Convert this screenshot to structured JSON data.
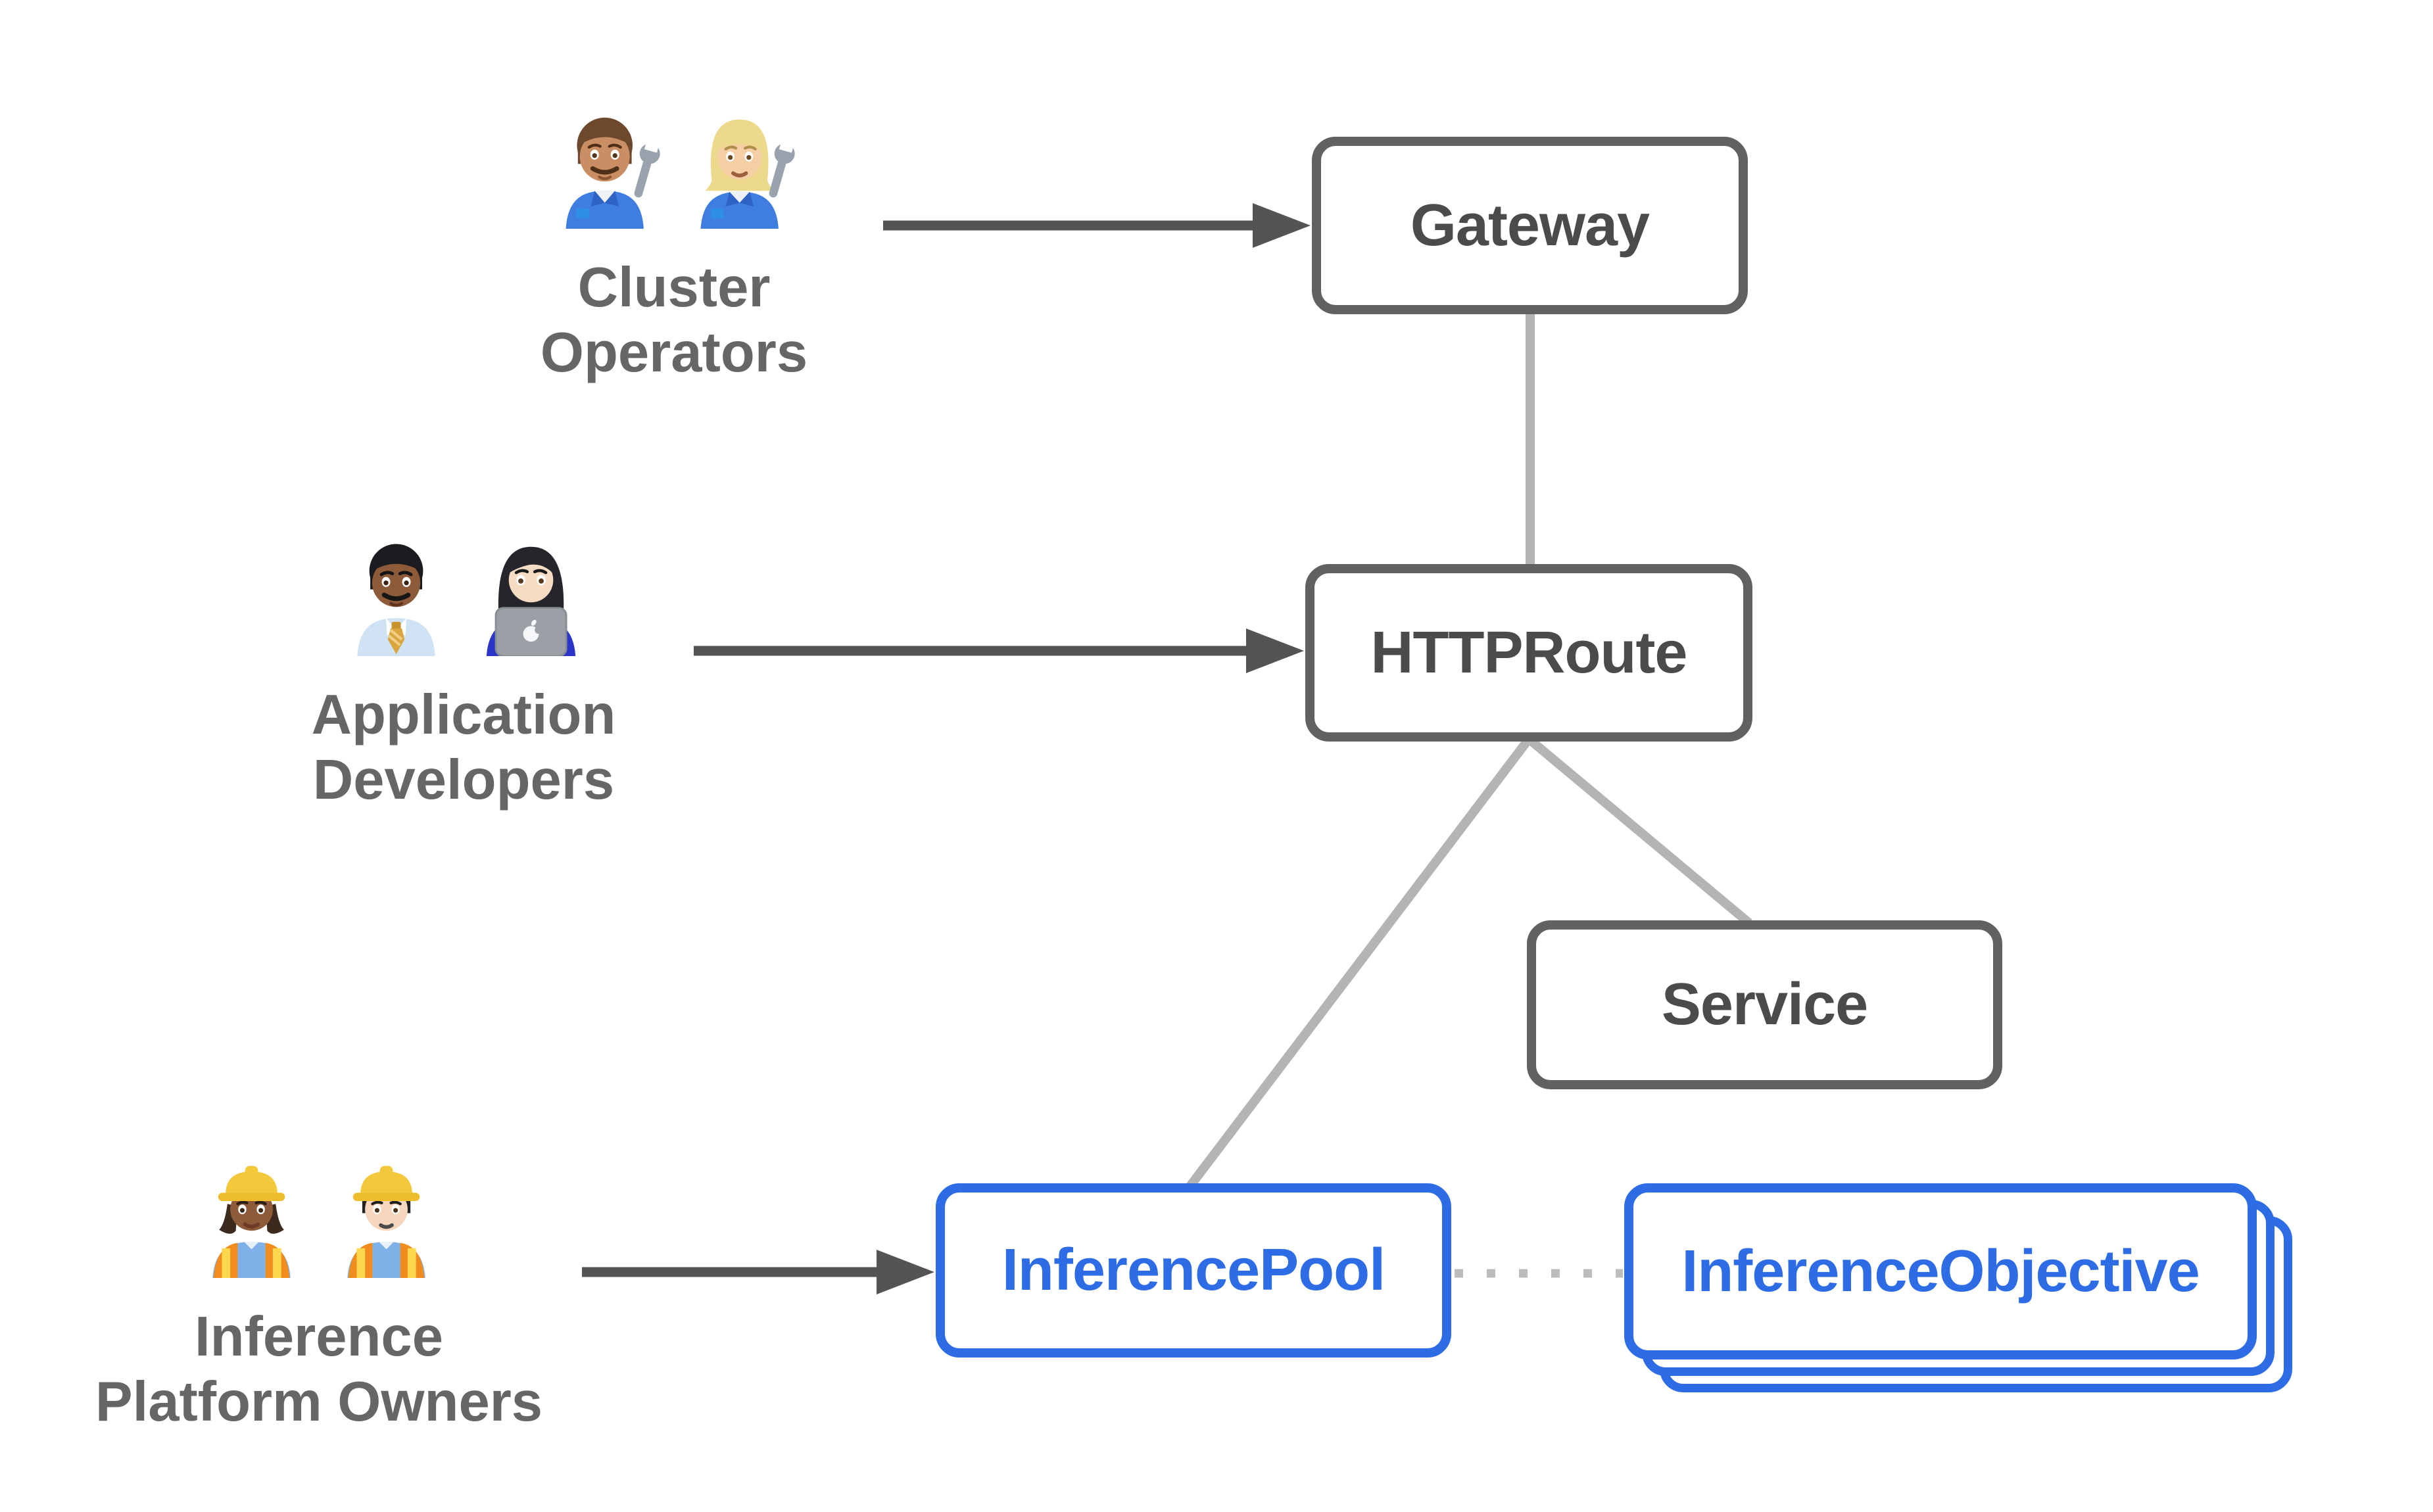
{
  "personas": {
    "cluster_operators": {
      "label": "Cluster Operators",
      "emojis": [
        "man-mechanic",
        "woman-mechanic"
      ]
    },
    "application_developers": {
      "label": "Application Developers",
      "emojis": [
        "man-office-worker",
        "woman-technologist"
      ]
    },
    "inference_platform_owners": {
      "label": "Inference Platform Owners",
      "emojis": [
        "woman-construction-worker",
        "man-construction-worker"
      ]
    }
  },
  "nodes": {
    "gateway": {
      "label": "Gateway",
      "style": "gray"
    },
    "httproute": {
      "label": "HTTPRoute",
      "style": "gray"
    },
    "service": {
      "label": "Service",
      "style": "gray"
    },
    "inference_pool": {
      "label": "InferencePool",
      "style": "blue"
    },
    "inference_objective": {
      "label": "InferenceObjective",
      "style": "blue-stacked",
      "stack_count": 3
    }
  },
  "edges": [
    {
      "from": "cluster_operators",
      "to": "gateway",
      "type": "solid-arrow"
    },
    {
      "from": "application_developers",
      "to": "httproute",
      "type": "solid-arrow"
    },
    {
      "from": "inference_platform_owners",
      "to": "inference_pool",
      "type": "solid-arrow"
    },
    {
      "from": "gateway",
      "to": "httproute",
      "type": "plain-line"
    },
    {
      "from": "httproute",
      "to": "inference_pool",
      "type": "plain-line"
    },
    {
      "from": "httproute",
      "to": "service",
      "type": "plain-line"
    },
    {
      "from": "inference_pool",
      "to": "inference_objective",
      "type": "dotted-line"
    }
  ],
  "colors": {
    "background": "#ffffff",
    "node_border_gray": "#616161",
    "node_text_gray": "#4b4b4b",
    "persona_label_gray": "#666666",
    "arrow_dark_gray": "#545454",
    "connector_light_gray": "#b4b4b4",
    "dotted_gray": "#bdbdbd",
    "accent_blue": "#2e6ce6"
  }
}
